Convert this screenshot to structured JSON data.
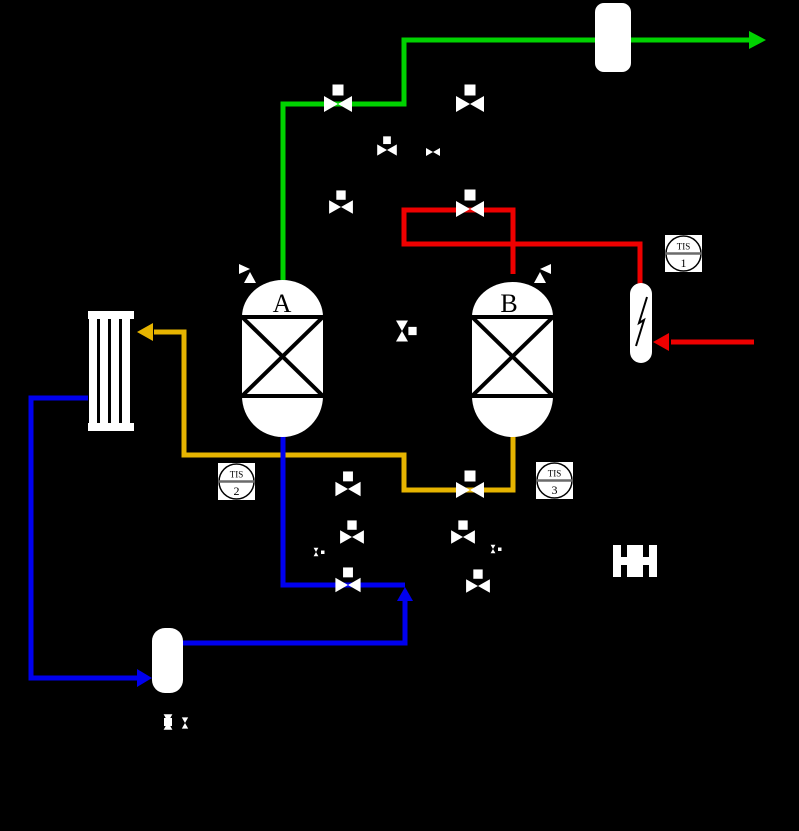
{
  "page": {
    "background": "#000000"
  },
  "colors": {
    "green": "#00D200",
    "red": "#EE0000",
    "blue": "#0000EE",
    "gold": "#E6B400",
    "equipment": "#FFFFFF",
    "line_detail": "#000000"
  },
  "vessels": {
    "a": {
      "label": "A"
    },
    "b": {
      "label": "B"
    }
  },
  "instruments": {
    "tis1": {
      "tag": "TIS",
      "number": "1"
    },
    "tis2": {
      "tag": "TIS",
      "number": "2"
    },
    "tis3": {
      "tag": "TIS",
      "number": "3"
    }
  }
}
